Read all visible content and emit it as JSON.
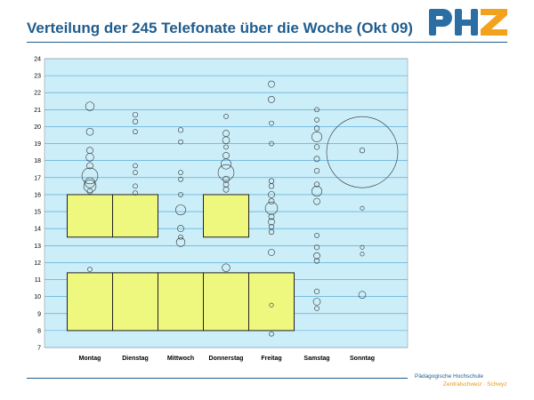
{
  "header": {
    "title": "Verteilung der 245 Telefonate über die Woche (Okt 09)"
  },
  "logo": {
    "text": "PHZ",
    "colors": {
      "blue": "#2a6ea3",
      "orange": "#f3a21d"
    }
  },
  "footer": {
    "line1": "Pädagogische Hochschule",
    "line2": "Zentralschweiz · Schwyz"
  },
  "colors": {
    "plot_bg": "#cbeef9",
    "grid": "#4aa0cf",
    "box_fill": "#eef77e",
    "box_stroke": "#222222",
    "bubble_stroke": "#333333",
    "title": "#1f5c8e"
  },
  "chart_data": {
    "type": "bubble",
    "title": "",
    "xlabel": "",
    "ylabel": "",
    "categories": [
      "Montag",
      "Dienstag",
      "Mittwoch",
      "Donnerstag",
      "Freitag",
      "Samstag",
      "Sonntag"
    ],
    "ylim": [
      7,
      24
    ],
    "yticks": [
      7,
      8,
      9,
      10,
      11,
      12,
      13,
      14,
      15,
      16,
      17,
      18,
      19,
      20,
      21,
      22,
      23,
      24
    ],
    "grid": true,
    "boxes": [
      {
        "x_from": 0.5,
        "x_to": 1.5,
        "y_from": 8,
        "y_to": 11.4
      },
      {
        "x_from": 1.5,
        "x_to": 2.5,
        "y_from": 8,
        "y_to": 11.4
      },
      {
        "x_from": 2.5,
        "x_to": 3.5,
        "y_from": 8,
        "y_to": 11.4
      },
      {
        "x_from": 3.5,
        "x_to": 4.5,
        "y_from": 8,
        "y_to": 11.4
      },
      {
        "x_from": 4.5,
        "x_to": 5.5,
        "y_from": 8,
        "y_to": 11.4
      },
      {
        "x_from": 0.5,
        "x_to": 1.5,
        "y_from": 13.5,
        "y_to": 16
      },
      {
        "x_from": 1.5,
        "x_to": 2.5,
        "y_from": 13.5,
        "y_to": 16
      },
      {
        "x_from": 3.5,
        "x_to": 4.5,
        "y_from": 13.5,
        "y_to": 16
      }
    ],
    "bubbles": [
      {
        "day": 1,
        "y": 21.2,
        "size": 1.5
      },
      {
        "day": 1,
        "y": 19.7,
        "size": 1.0
      },
      {
        "day": 1,
        "y": 18.6,
        "size": 0.8
      },
      {
        "day": 1,
        "y": 18.2,
        "size": 1.2
      },
      {
        "day": 1,
        "y": 17.7,
        "size": 0.8
      },
      {
        "day": 1,
        "y": 17.1,
        "size": 5.0
      },
      {
        "day": 1,
        "y": 16.7,
        "size": 2.0
      },
      {
        "day": 1,
        "y": 16.5,
        "size": 3.0
      },
      {
        "day": 1,
        "y": 16.2,
        "size": 0.6
      },
      {
        "day": 1,
        "y": 11.6,
        "size": 0.4
      },
      {
        "day": 2,
        "y": 20.7,
        "size": 0.5
      },
      {
        "day": 2,
        "y": 20.3,
        "size": 0.5
      },
      {
        "day": 2,
        "y": 19.7,
        "size": 0.4
      },
      {
        "day": 2,
        "y": 17.7,
        "size": 0.4
      },
      {
        "day": 2,
        "y": 17.3,
        "size": 0.4
      },
      {
        "day": 2,
        "y": 16.5,
        "size": 0.4
      },
      {
        "day": 2,
        "y": 16.1,
        "size": 0.4
      },
      {
        "day": 3,
        "y": 19.8,
        "size": 0.5
      },
      {
        "day": 3,
        "y": 19.1,
        "size": 0.4
      },
      {
        "day": 3,
        "y": 17.3,
        "size": 0.4
      },
      {
        "day": 3,
        "y": 16.9,
        "size": 0.4
      },
      {
        "day": 3,
        "y": 16.0,
        "size": 0.4
      },
      {
        "day": 3,
        "y": 15.1,
        "size": 2.0
      },
      {
        "day": 3,
        "y": 14.0,
        "size": 0.8
      },
      {
        "day": 3,
        "y": 13.5,
        "size": 0.4
      },
      {
        "day": 3,
        "y": 13.2,
        "size": 1.5
      },
      {
        "day": 4,
        "y": 20.6,
        "size": 0.4
      },
      {
        "day": 4,
        "y": 19.6,
        "size": 0.8
      },
      {
        "day": 4,
        "y": 19.2,
        "size": 1.0
      },
      {
        "day": 4,
        "y": 18.8,
        "size": 0.4
      },
      {
        "day": 4,
        "y": 18.3,
        "size": 0.8
      },
      {
        "day": 4,
        "y": 17.8,
        "size": 2.0
      },
      {
        "day": 4,
        "y": 17.3,
        "size": 5.0
      },
      {
        "day": 4,
        "y": 16.9,
        "size": 0.8
      },
      {
        "day": 4,
        "y": 16.6,
        "size": 0.6
      },
      {
        "day": 4,
        "y": 16.3,
        "size": 0.6
      },
      {
        "day": 4,
        "y": 11.7,
        "size": 1.2
      },
      {
        "day": 5,
        "y": 22.5,
        "size": 0.8
      },
      {
        "day": 5,
        "y": 21.6,
        "size": 0.8
      },
      {
        "day": 5,
        "y": 20.2,
        "size": 0.4
      },
      {
        "day": 5,
        "y": 19.0,
        "size": 0.4
      },
      {
        "day": 5,
        "y": 16.8,
        "size": 0.5
      },
      {
        "day": 5,
        "y": 16.5,
        "size": 0.5
      },
      {
        "day": 5,
        "y": 16.0,
        "size": 0.8
      },
      {
        "day": 5,
        "y": 15.6,
        "size": 0.6
      },
      {
        "day": 5,
        "y": 15.2,
        "size": 3.0
      },
      {
        "day": 5,
        "y": 14.7,
        "size": 0.6
      },
      {
        "day": 5,
        "y": 14.4,
        "size": 0.8
      },
      {
        "day": 5,
        "y": 14.1,
        "size": 0.5
      },
      {
        "day": 5,
        "y": 13.8,
        "size": 0.5
      },
      {
        "day": 5,
        "y": 12.6,
        "size": 0.8
      },
      {
        "day": 5,
        "y": 9.5,
        "size": 0.3
      },
      {
        "day": 5,
        "y": 7.8,
        "size": 0.4
      },
      {
        "day": 6,
        "y": 21.0,
        "size": 0.4
      },
      {
        "day": 6,
        "y": 20.4,
        "size": 0.4
      },
      {
        "day": 6,
        "y": 19.9,
        "size": 0.5
      },
      {
        "day": 6,
        "y": 19.4,
        "size": 2.0
      },
      {
        "day": 6,
        "y": 18.8,
        "size": 0.5
      },
      {
        "day": 6,
        "y": 18.1,
        "size": 0.6
      },
      {
        "day": 6,
        "y": 17.4,
        "size": 0.5
      },
      {
        "day": 6,
        "y": 16.6,
        "size": 0.5
      },
      {
        "day": 6,
        "y": 16.2,
        "size": 2.0
      },
      {
        "day": 6,
        "y": 15.6,
        "size": 0.8
      },
      {
        "day": 6,
        "y": 13.6,
        "size": 0.4
      },
      {
        "day": 6,
        "y": 12.9,
        "size": 0.5
      },
      {
        "day": 6,
        "y": 12.4,
        "size": 0.8
      },
      {
        "day": 6,
        "y": 12.1,
        "size": 0.5
      },
      {
        "day": 6,
        "y": 10.3,
        "size": 0.5
      },
      {
        "day": 6,
        "y": 9.7,
        "size": 1.0
      },
      {
        "day": 6,
        "y": 9.3,
        "size": 0.4
      },
      {
        "day": 7,
        "y": 18.6,
        "size": 0.5
      },
      {
        "day": 7,
        "y": 18.5,
        "size": 100
      },
      {
        "day": 7,
        "y": 15.2,
        "size": 0.3
      },
      {
        "day": 7,
        "y": 12.9,
        "size": 0.3
      },
      {
        "day": 7,
        "y": 12.5,
        "size": 0.3
      },
      {
        "day": 7,
        "y": 10.1,
        "size": 1.0
      }
    ]
  }
}
